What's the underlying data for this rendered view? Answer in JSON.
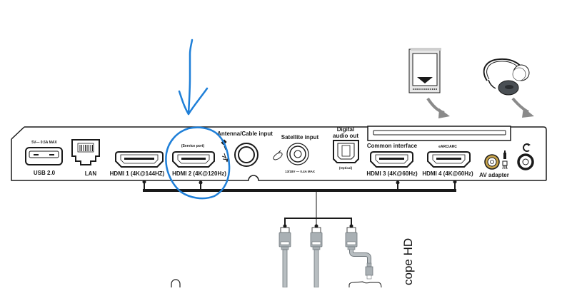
{
  "diagram": {
    "title": "TV rear connection panel",
    "panel": {
      "ports": [
        {
          "id": "usb",
          "label": "USB 2.0",
          "sublabel": "5V— 0.5A MAX",
          "type": "usb"
        },
        {
          "id": "lan",
          "label": "LAN",
          "type": "rj45"
        },
        {
          "id": "hdmi1",
          "label": "HDMI 1 (4K@144HZ)",
          "type": "hdmi"
        },
        {
          "id": "hdmi2",
          "label": "HDMI 2 (4K@120Hz)",
          "sublabel": "(Service port)",
          "type": "hdmi"
        },
        {
          "id": "antenna",
          "label": "Antenna/Cable input",
          "type": "coax"
        },
        {
          "id": "satellite",
          "label": "Satellite input",
          "sublabel": "13/18V — 0.4A MAX",
          "type": "coax"
        },
        {
          "id": "optical",
          "label_line1": "Digital",
          "label_line2": "audio out",
          "sublabel": "(Optical)",
          "type": "optical"
        },
        {
          "id": "hdmi3",
          "label": "HDMI 3 (4K@60Hz)",
          "sublabel": "Common interface",
          "type": "hdmi"
        },
        {
          "id": "hdmi4",
          "label": "HDMI 4 (4K@60Hz)",
          "sublabel": "eARC/ARC",
          "type": "hdmi"
        },
        {
          "id": "av",
          "label": "AV adapter",
          "type": "av"
        },
        {
          "id": "headphone",
          "label": "",
          "type": "headphone-jack"
        }
      ],
      "ci_slot": "Common interface slot"
    },
    "accessories": [
      {
        "id": "ci-card",
        "name": "CI module card",
        "icon": "ci-card-icon"
      },
      {
        "id": "headphones",
        "name": "Headphones",
        "icon": "headphones-icon"
      }
    ],
    "cables": [
      {
        "name": "HDMI cable 1",
        "wire": "black"
      },
      {
        "name": "HDMI cable 2",
        "wire": "gray"
      },
      {
        "name": "HDMI cable 3 to device",
        "wire": "black"
      }
    ],
    "side_text": "cope HD",
    "annotation": {
      "type": "hand-drawn arrow and circle",
      "target": "HDMI 2 (4K@120Hz)",
      "color": "#1e7fd8"
    }
  },
  "colors": {
    "line": "#1a1a1a",
    "connector_gray": "#a9b0b4",
    "connector_dark": "#6e767b",
    "cable_gray": "#8c9296",
    "accent_blue": "#1e7fd8",
    "arrow_gray": "#8a8a8a",
    "av_gold": "#c9a44a"
  }
}
